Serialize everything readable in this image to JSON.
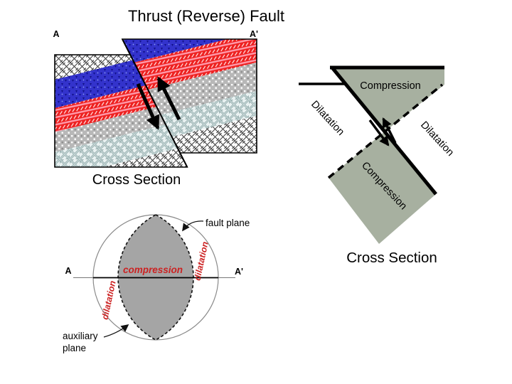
{
  "title": "Thrust (Reverse) Fault",
  "colors": {
    "blue": "#3333cc",
    "red": "#ee2222",
    "gray": "#b8b8b8",
    "weave_bg": "#eaf2f2",
    "sage": "#a7b0a0",
    "lens_gray": "#a5a5a5",
    "label_red": "#cc2222"
  },
  "block_diagram": {
    "label_a": "A",
    "label_a_prime": "A'",
    "caption": "Cross Section"
  },
  "mechanism_diagram": {
    "compression_top": "Compression",
    "compression_bottom": "Compression",
    "dilatation_left": "Dilatation",
    "dilatation_right": "Dilatation",
    "caption": "Cross Section"
  },
  "beachball": {
    "label_a": "A",
    "label_a_prime": "A'",
    "fault_plane_label": "fault plane",
    "auxiliary_label_line1": "auxiliary",
    "auxiliary_label_line2": "plane",
    "compression_label": "compression",
    "dilatation_left_label": "dilatation",
    "dilatation_right_label": "dilatation"
  }
}
